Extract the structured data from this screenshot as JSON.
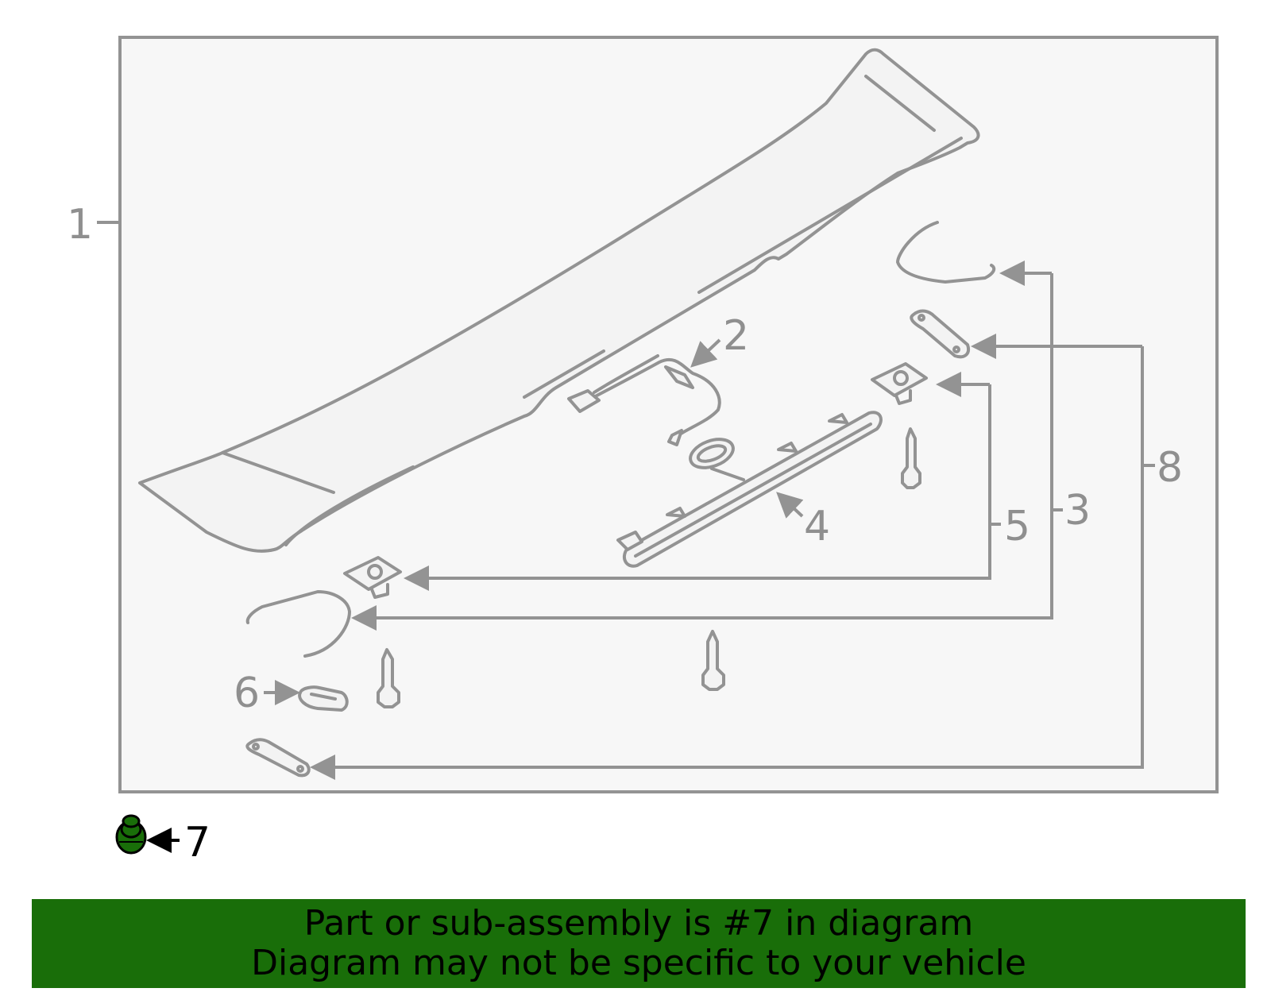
{
  "callouts": {
    "c1": "1",
    "c2": "2",
    "c3": "3",
    "c4": "4",
    "c5": "5",
    "c6": "6",
    "c7": "7",
    "c8": "8"
  },
  "highlighted_part": "7",
  "banner": {
    "line1": "Part or sub-assembly is #7 in diagram",
    "line2": "Diagram may not be specific to your vehicle"
  },
  "colors": {
    "line_gray": "#939393",
    "panel_bg": "#f7f7f7",
    "highlight_green": "#196e09",
    "banner_bg": "#196e09",
    "text_black": "#000000"
  }
}
